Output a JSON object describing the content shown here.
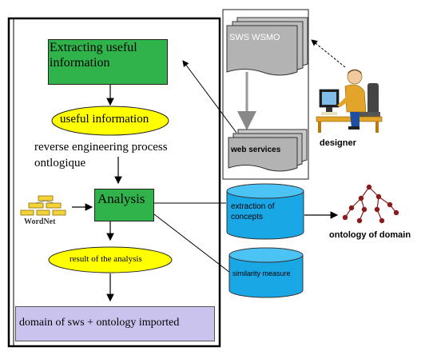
{
  "colors": {
    "green": "#2fb34a",
    "yellow": "#ffff00",
    "cyan": "#1aa7e6",
    "lavender": "#c9c3ee",
    "doc_gray": "#b3b3b3",
    "border": "#000000"
  },
  "icons": {
    "wordnet": "wordnet-icon",
    "designer": "designer-person-icon",
    "ontology": "ontology-tree-icon",
    "database": "database-cylinder-icon",
    "documents": "document-stack-icon"
  },
  "nodes": {
    "extracting": "Extracting useful information",
    "extracting_l1": "Extracting useful",
    "extracting_l2": "information",
    "useful_info": "useful information",
    "process_l1": "reverse engineering process",
    "process_l2": "ontlogique",
    "analysis": "Analysis",
    "wordnet": "WordNet",
    "result": "result of the analysis",
    "domain": "domain of sws + ontology imported",
    "sws_wsmo": "SWS WSMO",
    "web_services": "web services",
    "designer": "designer",
    "extraction_l1": "extraction of",
    "extraction_l2": "concepts",
    "similarity": "similarity measure",
    "ontology": "ontology of domain"
  }
}
